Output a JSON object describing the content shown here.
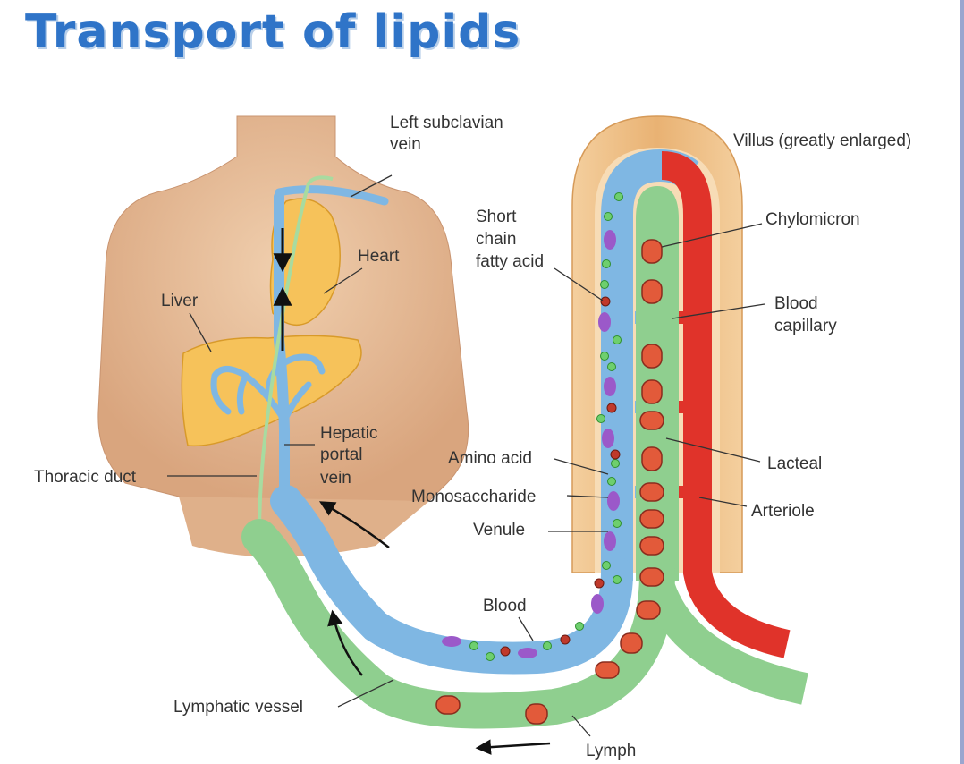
{
  "title": "Transport of lipids",
  "colors": {
    "title": "#2f74c8",
    "blood_vessel": "#7fb7e3",
    "lymph_vessel": "#8fcf8f",
    "arteriole": "#e0332a",
    "organ": "#f6c25a",
    "skin": "#e9bf9a",
    "villus": "#f1c48f"
  },
  "labels": {
    "left_subclavian_vein": [
      "Left subclavian",
      "vein"
    ],
    "heart": "Heart",
    "liver": "Liver",
    "hepatic_portal_vein": [
      "Hepatic",
      "portal",
      "vein"
    ],
    "thoracic_duct": "Thoracic duct",
    "lymphatic_vessel": "Lymphatic vessel",
    "villus": "Villus (greatly enlarged)",
    "short_chain_fatty_acid": [
      "Short",
      "chain",
      "fatty acid"
    ],
    "chylomicron": "Chylomicron",
    "blood_capillary": [
      "Blood",
      "capillary"
    ],
    "amino_acid": "Amino acid",
    "monosaccharide": "Monosaccharide",
    "venule": "Venule",
    "lacteal": "Lacteal",
    "arteriole": "Arteriole",
    "blood": "Blood",
    "lymph": "Lymph"
  }
}
